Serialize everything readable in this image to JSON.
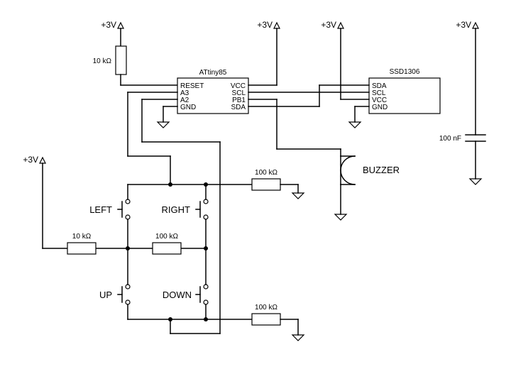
{
  "power": {
    "supply_1": "+3V",
    "supply_2": "+3V",
    "supply_3": "+3V",
    "supply_4": "+3V",
    "supply_5": "+3V"
  },
  "mcu": {
    "name": "ATtiny85",
    "left_pins": [
      "RESET",
      "A3",
      "A2",
      "GND"
    ],
    "right_pins": [
      "VCC",
      "SCL",
      "PB1",
      "SDA"
    ]
  },
  "display": {
    "name": "SSD1306",
    "pins": [
      "SDA",
      "SCL",
      "VCC",
      "GND"
    ]
  },
  "resistors": {
    "r_reset": "10 kΩ",
    "r_top": "100 kΩ",
    "r_left": "10 kΩ",
    "r_mid": "100 kΩ",
    "r_bottom": "100 kΩ"
  },
  "capacitor": {
    "value": "100 nF"
  },
  "buzzer": {
    "label": "BUZZER"
  },
  "buttons": {
    "left": "LEFT",
    "right": "RIGHT",
    "up": "UP",
    "down": "DOWN"
  }
}
